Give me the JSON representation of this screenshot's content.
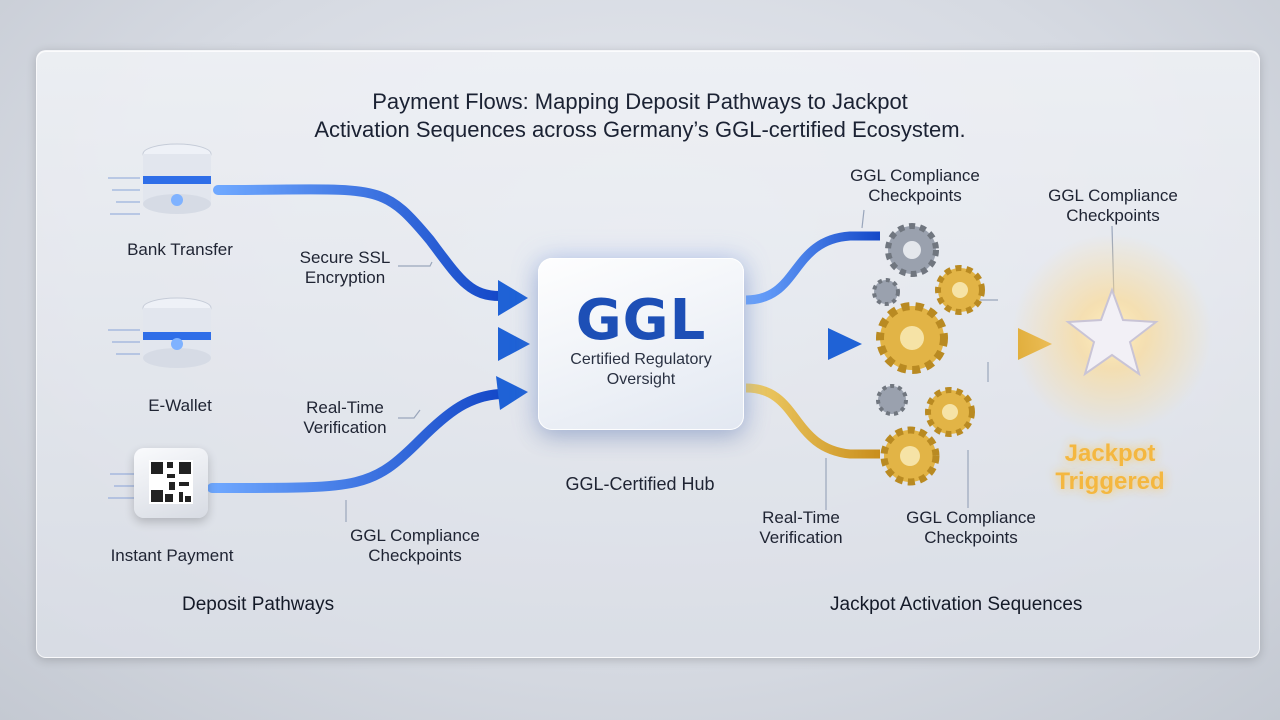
{
  "title": {
    "line1": "Payment Flows: Mapping Deposit Pathways to Jackpot",
    "line2": "Activation Sequences across Germany’s GGL-certified Ecosystem."
  },
  "sources": [
    {
      "label": "Bank Transfer",
      "icon": "database-icon"
    },
    {
      "label": "E-Wallet",
      "icon": "database-icon"
    },
    {
      "label": "Instant Payment",
      "icon": "qr-code-icon"
    }
  ],
  "flow_labels": {
    "secure": [
      "Secure SSL",
      "Encryption"
    ],
    "verify_left": [
      "Real-Time",
      "Verification"
    ],
    "compliance_left": [
      "GGL Compliance",
      "Checkpoints"
    ],
    "compliance_top": [
      "GGL Compliance",
      "Checkpoints"
    ],
    "compliance_right": [
      "GGL Compliance",
      "Checkpoints"
    ],
    "verify_right": [
      "Real-Time",
      "Verification"
    ],
    "compliance_bottom": [
      "GGL Compliance",
      "Checkpoints"
    ]
  },
  "hub": {
    "logo": "GGL",
    "subtitle": [
      "Certified Regulatory",
      "Oversight"
    ],
    "caption": "GGL-Certified Hub"
  },
  "jackpot": {
    "line1": "Jackpot",
    "line2": "Triggered"
  },
  "sections": {
    "left": "Deposit Pathways",
    "right": "Jackpot Activation Sequences"
  },
  "colors": {
    "blue": "#1f62d6",
    "gold": "#d9a530",
    "brand": "#1d4fb6"
  }
}
